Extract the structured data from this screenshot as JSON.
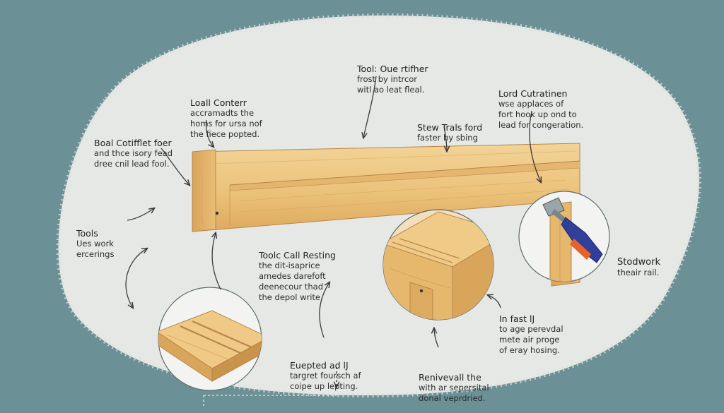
{
  "diagram": {
    "colors": {
      "background": "#6b9095",
      "paper": "#e6e8e6",
      "wood_light": "#f0cf8e",
      "wood_mid": "#e3b56c",
      "wood_dark": "#c8934a",
      "arrow": "#3a3a3a",
      "screwdriver_handle": "#2f3f9a",
      "screwdriver_grip": "#e8622a"
    },
    "annotations": [
      {
        "id": "tool-outer",
        "title": "Tool: Oue rtifher",
        "lines": [
          "frost by intrcor",
          "witl ao leat fleal."
        ]
      },
      {
        "id": "local-corner",
        "title": "Loall Conterr",
        "lines": [
          "accramadts the",
          "homs for ursa nof",
          "the fiece popted."
        ]
      },
      {
        "id": "bool-cottiflet",
        "title": "Boal Cotifflet foer",
        "lines": [
          "and thce isory fead",
          "dree cnil lead fool."
        ]
      },
      {
        "id": "lord-cutratinen",
        "title": "Lord Cutratinen",
        "lines": [
          "wse applaces of",
          "fort hook up ond to",
          "lead for congeration."
        ]
      },
      {
        "id": "stew-trals",
        "title": "Stew Trals ford",
        "lines": [
          "faster by sbing"
        ]
      },
      {
        "id": "tools-work",
        "title": "Tools",
        "lines": [
          "Ues work",
          "ercerings"
        ]
      },
      {
        "id": "tools-call",
        "title": "Toolc Call Resting",
        "lines": [
          "the dit-isaprice",
          "amedes darefoft",
          "deenecour thad",
          "the depol write."
        ]
      },
      {
        "id": "stodwork",
        "title": "Stodwork",
        "lines": [
          "theair rail."
        ]
      },
      {
        "id": "in-fast",
        "title": "In fast lJ",
        "lines": [
          "to age perevdal",
          "mete air proge",
          "of eray hosing."
        ]
      },
      {
        "id": "euepted",
        "title": "Euepted ad lJ",
        "lines": [
          "targret foursch af",
          "coipe up lepting."
        ]
      },
      {
        "id": "renivevall",
        "title": "Renivevall the",
        "lines": [
          "with ar sepersital",
          "donal veprdried."
        ]
      }
    ]
  }
}
